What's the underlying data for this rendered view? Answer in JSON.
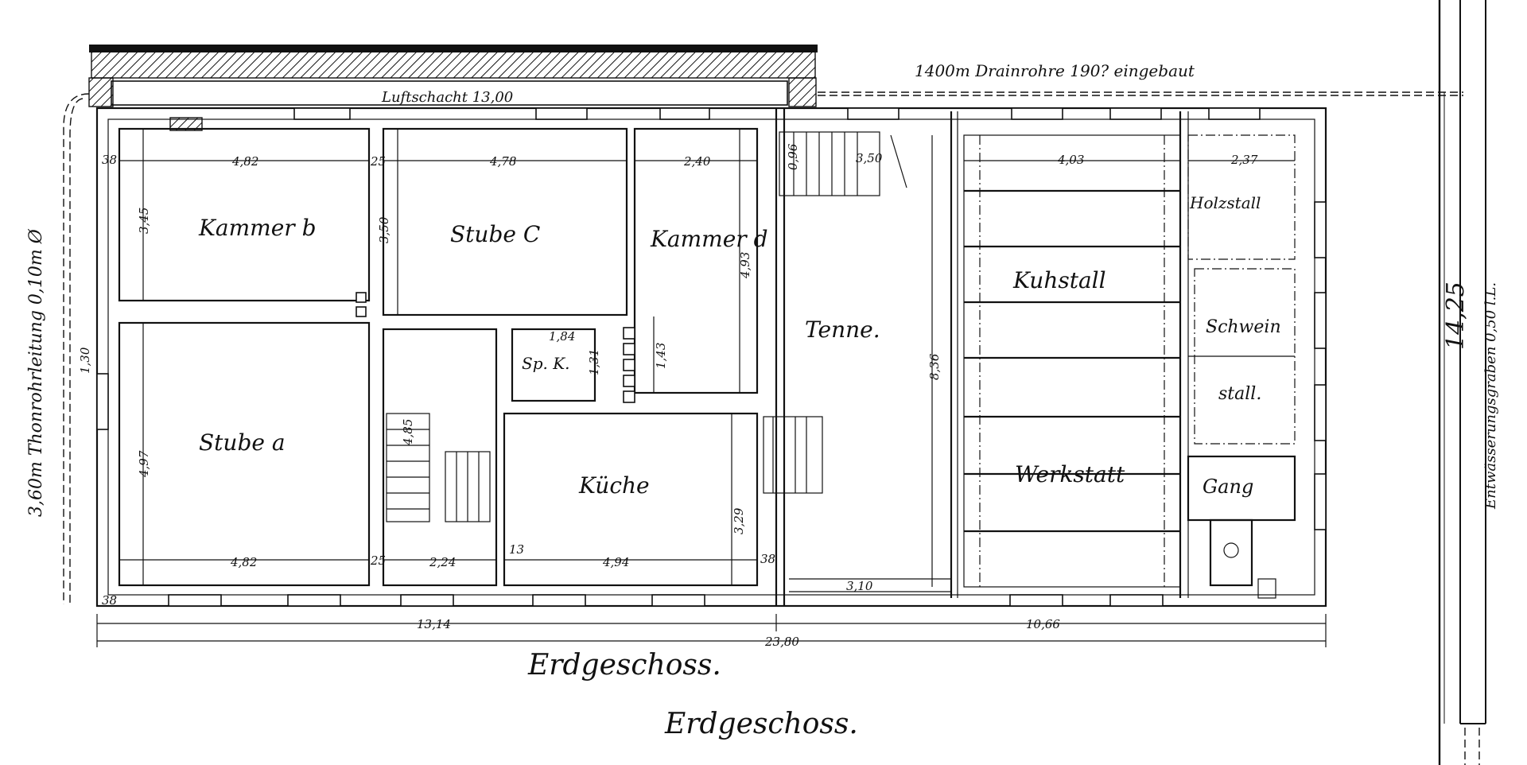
{
  "titles": {
    "main": "Erdgeschoss.",
    "secondary": "Erdgeschoss."
  },
  "annotations": {
    "drain_top": "1400m Drainrohre 190? eingebaut",
    "shaft": "Luftschacht 13,00",
    "left_pipe": "3,60m Thonrohrleitung 0,10m Ø",
    "left_small": "1,30",
    "right_ditch": "Entwässerungsgraben 0,50 l.L.",
    "right_dim": "14,25",
    "stair_label": "0,96"
  },
  "rooms": {
    "kammer_b": "Kammer b",
    "stube_c": "Stube C",
    "kammer_d": "Kammer d",
    "stube_a": "Stube a",
    "sp_k": "Sp. K.",
    "kuche": "Küche",
    "tenne": "Tenne.",
    "kuhstall": "Kuhstall",
    "holzstall": "Holzstall",
    "schwein": "Schwein",
    "stall": "stall.",
    "werkstatt": "Werkstatt",
    "gang": "Gang"
  },
  "dimensions": {
    "kammer_b_w": "4,82",
    "kammer_b_h": "3,45",
    "stube_c_w": "4,78",
    "stube_c_h": "3,50",
    "kammer_d_w": "2,40",
    "kammer_d_h": "4,93",
    "stube_a_h": "4,97",
    "stube_a_w": "4,82",
    "spk_w": "1,84",
    "spk_h": "1,31",
    "spk_h2": "1,43",
    "stair_w": "2,24",
    "stair_h": "4,85",
    "kuche_w": "4,94",
    "kuche_h": "3,29",
    "tenne_top": "3,50",
    "tenne_bottom": "3,10",
    "tenne_h": "8,36",
    "stall_w": "4,03",
    "holz_w": "2,37",
    "wall_38a": "38",
    "wall_38b": "38",
    "wall_25a": "25",
    "wall_25b": "25",
    "wall_13": "13",
    "wall_38c": "38",
    "total_left": "13,14",
    "total_right": "10,66",
    "total": "23,80"
  },
  "colors": {
    "ink": "#111111",
    "paper": "#ffffff"
  }
}
